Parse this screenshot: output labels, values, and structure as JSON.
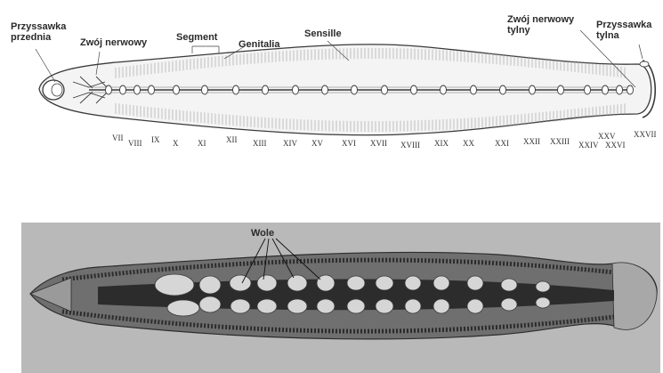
{
  "top_diagram": {
    "labels": {
      "anterior_sucker": "Przyssawka\nprzednia",
      "nerve_ganglion": "Zwój nerwowy",
      "segment": "Segment",
      "genitalia": "Genitalia",
      "sensilla": "Sensille",
      "posterior_ganglion": "Zwój nerwowy\ntylny",
      "posterior_sucker": "Przyssawka\ntylna"
    },
    "segment_numerals": [
      "VII",
      "VIII",
      "IX",
      "X",
      "XI",
      "XII",
      "XIII",
      "XIV",
      "XV",
      "XVI",
      "XVII",
      "XVIII",
      "XIX",
      "XX",
      "XXI",
      "XXII",
      "XXIII",
      "XXIV",
      "XXV",
      "XXVI",
      "XXVII"
    ]
  },
  "bottom_photo": {
    "labels": {
      "crop": "Wole"
    }
  },
  "colors": {
    "outline": "#3a3a3a",
    "body_fill": "#f4f4f4",
    "photo_bg": "#b9b9b9",
    "photo_body": "#6f6f6f",
    "photo_dark": "#2c2c2c",
    "photo_organs": "#d6d6d6"
  }
}
